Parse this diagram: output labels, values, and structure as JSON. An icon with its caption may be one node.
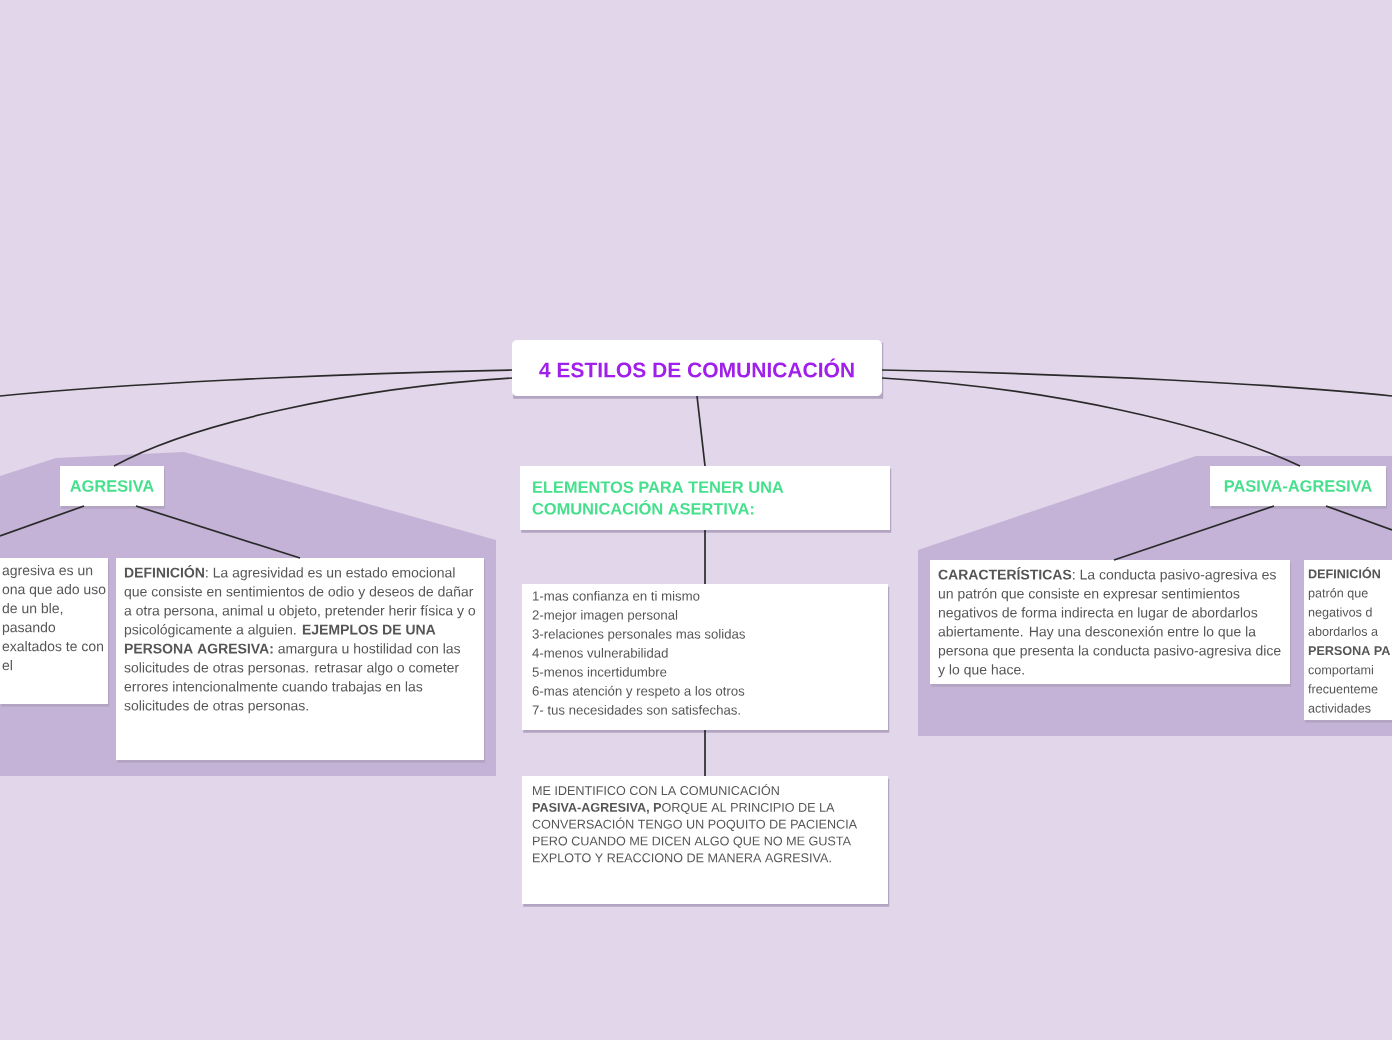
{
  "diagram": {
    "nodes": [
      {
        "text": [
          "4 ESTILOS DE COMUNICACIÓN"
        ]
      },
      {
        "text": [],
        "shape": "box"
      },
      {
        "text": [
          "AGRESIVA"
        ],
        "in": 1
      },
      {
        "text": [
          "ELEMENTOS PARA TENER UNA COMUNICACIÓN ASERTIVA:"
        ]
      },
      {
        "text": [],
        "shape": "box"
      },
      {
        "text": [
          "PASIVA-AGRESIVA"
        ],
        "in": 4
      },
      {
        "text": [
          "agresiva es un ona que ado uso de un ble, pasando exaltados te con el"
        ],
        "in": 1
      },
      {
        "text": [
          "**DEFINICIÓN**: La agresividad es un estado emocional que consiste en sentimientos de odio y deseos de dañar a otra persona, animal u objeto, pretender herir física y o psicológicamente a alguien. **EJEMPLOS DE UNA PERSONA AGRESIVA:** amargura u hostilidad con las solicitudes de otras personas. retrasar algo o cometer errores intencionalmente cuando trabajas en las solicitudes de otras personas."
        ],
        "in": 1
      },
      {
        "text": [
          "1-mas confianza en ti mismo",
          "2-mejor imagen personal",
          "3-relaciones personales mas solidas",
          "4-menos vulnerabilidad",
          "5-menos incertidumbre",
          "6-mas atención y respeto a los otros",
          "7- tus necesidades son satisfechas."
        ]
      },
      {
        "text": [
          "**CARACTERÍSTICAS**: La conducta pasivo-agresiva es un patrón que consiste en expresar sentimientos negativos de forma indirecta en lugar de abordarlos abiertamente. Hay una desconexión entre lo que la persona que presenta la conducta pasivo-agresiva dice y lo que hace."
        ],
        "in": 4
      },
      {
        "text": [
          "**DEFINICIÓN** patrón que negativos d abordarlos a **PERSONA PA** comportami frecuenteme actividades"
        ],
        "in": 4
      },
      {
        "text": [
          "ME IDENTIFICO CON LA COMUNICACIÓN **PASIVA-AGRESIVA, P**ORQUE AL PRINCIPIO DE LA CONVERSACIÓN TENGO UN POQUITO DE PACIENCIA PERO CUANDO ME DICEN ALGO QUE NO ME GUSTA EXPLOTO Y REACCIONO DE MANERA AGRESIVA."
        ]
      }
    ],
    "edges": [
      {
        "from": 0,
        "to": null,
        "arrow": "none"
      },
      {
        "from": 0,
        "to": 2,
        "arrow": "none"
      },
      {
        "from": 0,
        "to": 3,
        "arrow": "none"
      },
      {
        "from": 0,
        "to": 5,
        "arrow": "none"
      },
      {
        "from": 0,
        "to": null,
        "arrow": "none"
      },
      {
        "from": 2,
        "to": null,
        "arrow": "none"
      },
      {
        "from": 2,
        "to": 7,
        "arrow": "none"
      },
      {
        "from": 3,
        "to": 8,
        "arrow": "none"
      },
      {
        "from": 8,
        "to": 11,
        "arrow": "none"
      },
      {
        "from": 5,
        "to": 9,
        "arrow": "none"
      },
      {
        "from": 5,
        "to": null,
        "arrow": "none"
      }
    ]
  }
}
